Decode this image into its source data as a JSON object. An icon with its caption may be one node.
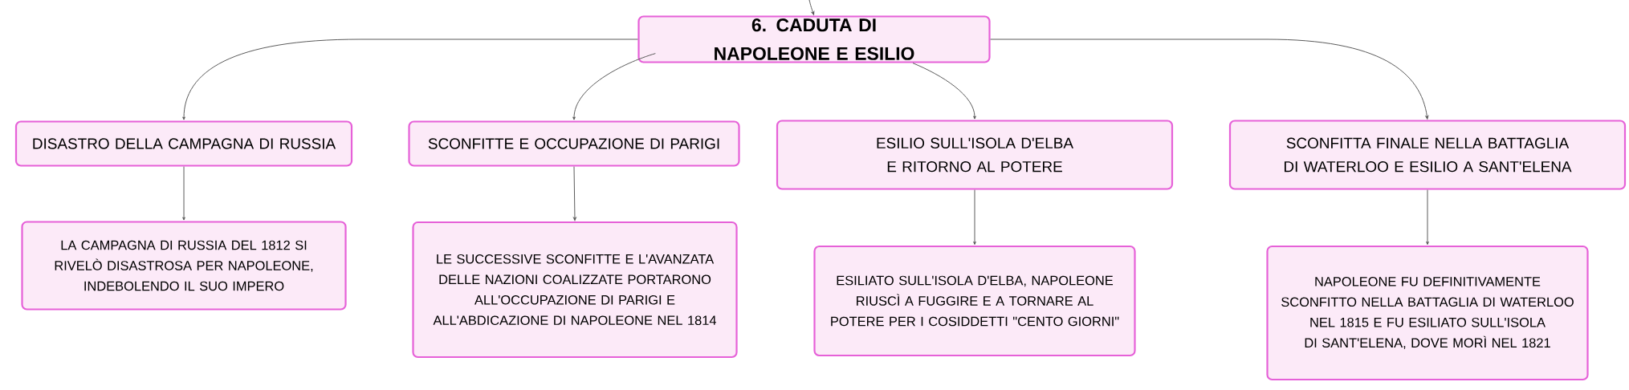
{
  "diagram": {
    "nodes": [
      {
        "text": [
          "6. CADUTA DI NAPOLEONE E ESILIO"
        ]
      },
      {
        "text": [
          "DISASTRO DELLA CAMPAGNA DI RUSSIA"
        ]
      },
      {
        "text": [
          "SCONFITTE E OCCUPAZIONE DI PARIGI"
        ]
      },
      {
        "text": [
          "ESILIO SULL'ISOLA D'ELBA E RITORNO AL POTERE"
        ]
      },
      {
        "text": [
          "SCONFITTA FINALE NELLA BATTAGLIA DI WATERLOO E ESILIO A SANT'ELENA"
        ]
      },
      {
        "text": [
          "LA CAMPAGNA DI RUSSIA DEL 1812 SI RIVELÒ DISASTROSA PER NAPOLEONE, INDEBOLENDO IL SUO IMPERO"
        ]
      },
      {
        "text": [
          "LE SUCCESSIVE SCONFITTE E L'AVANZATA DELLE NAZIONI COALIZZATE PORTARONO ALL'OCCUPAZIONE DI PARIGI E ALL'ABDICAZIONE DI NAPOLEONE NEL 1814"
        ]
      },
      {
        "text": [
          "ESILIATO SULL'ISOLA D'ELBA, NAPOLEONE RIUSCÌ A FUGGIRE E A TORNARE AL POTERE PER I COSIDDETTI \"CENTO GIORNI\""
        ]
      },
      {
        "text": [
          "NAPOLEONE FU DEFINITIVAMENTE SCONFITTO NELLA BATTAGLIA DI WATERLOO NEL 1815 E FU ESILIATO SULL'ISOLA DI SANT'ELENA, DOVE MORÌ NEL 1821"
        ]
      }
    ],
    "edges": [
      {
        "from": null,
        "to": 0,
        "arrow": "to"
      },
      {
        "from": 0,
        "to": 1,
        "arrow": "to"
      },
      {
        "from": 0,
        "to": 2,
        "arrow": "to"
      },
      {
        "from": 0,
        "to": 3,
        "arrow": "to"
      },
      {
        "from": 0,
        "to": 4,
        "arrow": "to"
      },
      {
        "from": 1,
        "to": 5,
        "arrow": "to"
      },
      {
        "from": 2,
        "to": 6,
        "arrow": "to"
      },
      {
        "from": 3,
        "to": 7,
        "arrow": "to"
      },
      {
        "from": 4,
        "to": 8,
        "arrow": "to"
      }
    ]
  }
}
